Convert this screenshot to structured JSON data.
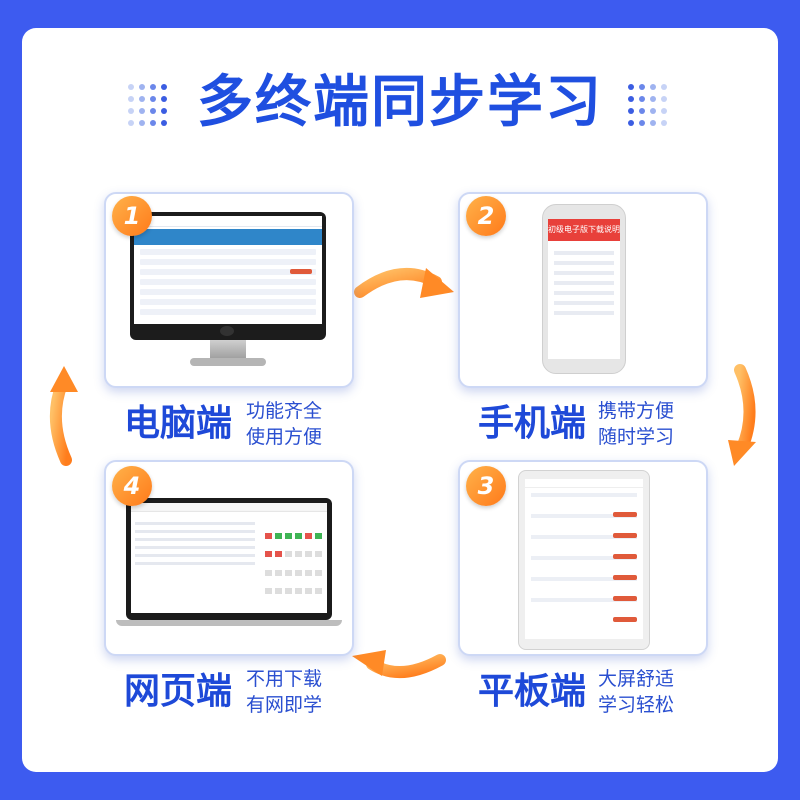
{
  "title": "多终端同步学习",
  "colors": {
    "background": "#3d5bf0",
    "accent_blue": "#1f4fe0",
    "accent_orange": "#ff8a26"
  },
  "devices": [
    {
      "number": "1",
      "name": "电脑端",
      "line1": "功能齐全",
      "line2": "使用方便",
      "icon": "desktop-monitor-icon"
    },
    {
      "number": "2",
      "name": "手机端",
      "line1": "携带方便",
      "line2": "随时学习",
      "icon": "smartphone-icon"
    },
    {
      "number": "3",
      "name": "平板端",
      "line1": "大屏舒适",
      "line2": "学习轻松",
      "icon": "tablet-icon"
    },
    {
      "number": "4",
      "name": "网页端",
      "line1": "不用下载",
      "line2": "有网即学",
      "icon": "laptop-icon"
    }
  ],
  "phone_header": "初级电子版下载说明"
}
